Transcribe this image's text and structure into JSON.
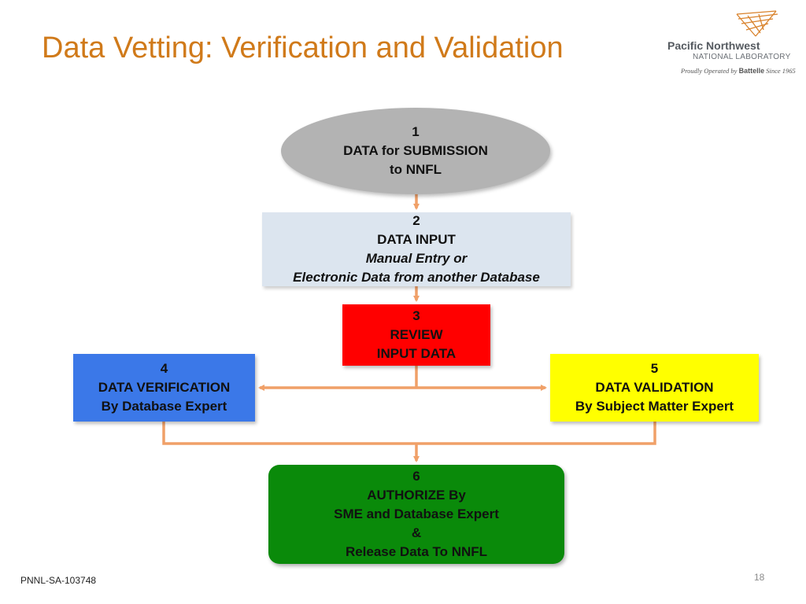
{
  "title": "Data Vetting: Verification and Validation",
  "logo": {
    "org": "Pacific Northwest",
    "lab": "NATIONAL LABORATORY",
    "tag_pre": "Proudly Operated by",
    "tag_brand": "Battelle",
    "tag_post": "Since 1965"
  },
  "flow": {
    "step1": {
      "num": "1",
      "line1": "DATA for SUBMISSION",
      "line2": "to NNFL"
    },
    "step2": {
      "num": "2",
      "line1": "DATA INPUT",
      "line2": "Manual Entry or",
      "line3": "Electronic Data from another Database"
    },
    "step3": {
      "num": "3",
      "line1": "REVIEW",
      "line2": "INPUT DATA"
    },
    "step4": {
      "num": "4",
      "line1": "DATA VERIFICATION",
      "line2": "By Database Expert"
    },
    "step5": {
      "num": "5",
      "line1": "DATA VALIDATION",
      "line2": "By Subject Matter Expert"
    },
    "step6": {
      "num": "6",
      "line1": "AUTHORIZE By",
      "line2": "SME and Database Expert",
      "line3": "&",
      "line4": "Release Data To NNFL"
    }
  },
  "colors": {
    "title": "#d07a1a",
    "connector": "#f0a068",
    "step1": "#b3b3b3",
    "step2": "#dce5ef",
    "step3": "#ff0000",
    "step4": "#3b78e8",
    "step5": "#ffff00",
    "step6": "#0a8a0a"
  },
  "footer": {
    "doc_id": "PNNL-SA-103748",
    "page": "18"
  }
}
